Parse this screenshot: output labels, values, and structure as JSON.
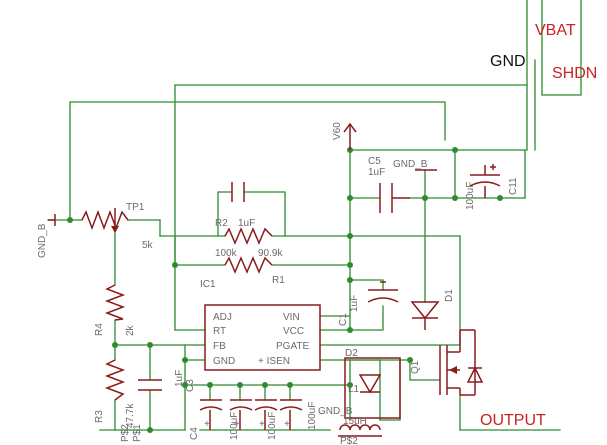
{
  "nets": {
    "vbat": "VBAT",
    "gnd": "GND",
    "shdn": "SHDN",
    "output": "OUTPUT",
    "gnd_b_left": "GND_B",
    "gnd_b_top": "GND_B",
    "gnd_b_bottom": "GND_B",
    "v60": "V60"
  },
  "parts": {
    "tp1": "TP1",
    "tp1_val": "5k",
    "r4": "R4",
    "r4_val": "2k",
    "r3": "R3",
    "r3_val": "47.7k",
    "r2": "R2",
    "c_r2": "1uF",
    "r2_val": "100k",
    "r1_val": "90.9k",
    "r1": "R1",
    "ic1": "IC1",
    "c5": "C5",
    "c5_val": "1uF",
    "c11": "C11",
    "c11_val": "100uF",
    "c1": "C1",
    "c1_val": "1uF",
    "d1": "D1",
    "d2": "D2",
    "q1": "Q1",
    "c3": "C3",
    "c3_val": "1uF",
    "c4": "C4",
    "c100_1": "100uF",
    "c100_2": "100uF",
    "c100_3": "100uF",
    "l1": "L1",
    "l1_val": "15uH",
    "p2": "P$2",
    "p1": "P$1",
    "p2b": "P$2"
  },
  "ic_pins": {
    "adj": "ADJ",
    "rt": "RT",
    "fb": "FB",
    "gnd": "GND",
    "vin": "VIN",
    "vcc": "VCC",
    "pgate": "PGATE",
    "isen": "+ ISEN"
  }
}
